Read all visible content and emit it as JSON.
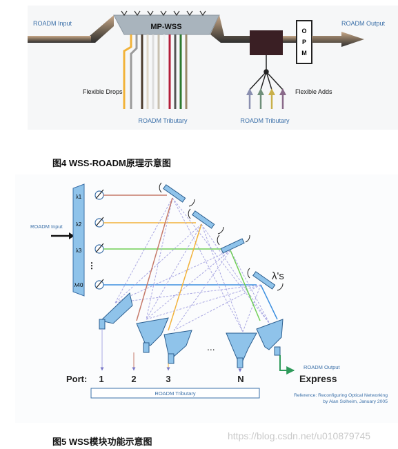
{
  "figure4": {
    "input_label": "ROADM Input",
    "output_label": "ROADM Output",
    "wss_label": "MP-WSS",
    "opm_letters": [
      "O",
      "P",
      "M"
    ],
    "drops_label": "Flexible Drops",
    "adds_label": "Flexible Adds",
    "tributary_left": "ROADM Tributary",
    "tributary_right": "ROADM Tributary",
    "caption": "图4 WSS-ROADM原理示意图",
    "colors": {
      "wss": "#a9b4bd",
      "block": "#3a1f24",
      "arrow": "#777777",
      "text_blue": "#3a6fa8"
    }
  },
  "figure5": {
    "input_label": "ROADM Input",
    "lambdas": [
      "λ1",
      "λ2",
      "λ3",
      "λ40"
    ],
    "dots": "⋮",
    "lambdas_label": "λ's",
    "ellipsis": "...",
    "port_label": "Port:",
    "ports": [
      "1",
      "2",
      "3",
      "N"
    ],
    "express_label": "Express",
    "output_label": "ROADM Output",
    "tributary_label": "ROADM Tributary",
    "reference_lines": [
      "Reference: Reconfiguring Optical Networking",
      "by Alan Solheim, January 2005"
    ],
    "caption": "图5 WSS模块功能示意图",
    "colors": {
      "element": "#8fc3ea",
      "l1": "#c67a6a",
      "l2": "#f2b23a",
      "l3": "#6fcf55",
      "l40": "#3c8fe0",
      "dash": "#a9a7e2"
    }
  },
  "watermark": "https://blog.csdn.net/u010879745"
}
